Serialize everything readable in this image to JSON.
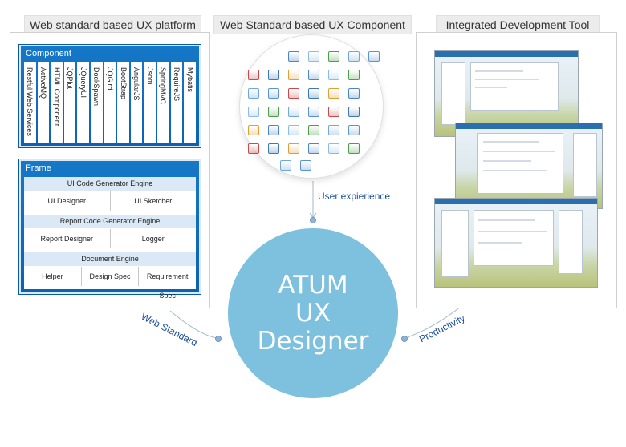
{
  "panels": {
    "left_title": "Web standard based UX platform",
    "middle_title": "Web Standard based UX Component",
    "right_title": "Integrated Development Tool"
  },
  "component": {
    "header": "Component",
    "items": [
      "Restful Web Services",
      "ActiveMQ",
      "HTML Component",
      "JQPlot",
      "JQueryUI",
      "DockSpawn",
      "JQGird",
      "BootStrap",
      "AngularJS",
      "Jsom",
      "SpringMVC",
      "RequireJS",
      "Mybatis"
    ]
  },
  "frame": {
    "header": "Frame",
    "engines": [
      {
        "title": "UI Code Generator Engine",
        "cells": [
          "UI Designer",
          "UI Sketcher"
        ]
      },
      {
        "title": "Report Code Generator Engine",
        "cells": [
          "Report Designer",
          "Logger"
        ]
      },
      {
        "title": "Document Engine",
        "cells": [
          "Helper",
          "Design Spec",
          "Requirement Spec"
        ]
      }
    ]
  },
  "center": {
    "lines": [
      "ATUM",
      "UX",
      "Designer"
    ],
    "color": "#7dc1df"
  },
  "connectors": {
    "user_experience": "User expierience",
    "web_standard": "Web Standard",
    "productivity": "Productivity"
  },
  "icons": [
    "window-icon",
    "grid-icon",
    "table-icon",
    "tree-icon",
    "panel-icon",
    "anchor-icon",
    "upload-icon",
    "chart-line-icon",
    "list-icon",
    "bar-chart-icon",
    "checkbox-icon",
    "gauge-icon",
    "layout-icon",
    "form-icon",
    "menu-icon",
    "edit-icon",
    "radio-icon",
    "tab-icon",
    "button-icon",
    "slider-icon",
    "dialog-icon",
    "toolbar-icon",
    "image-icon",
    "calendar-icon",
    "pager-icon",
    "label-icon",
    "combo-icon",
    "grid-icon",
    "pie-icon",
    "split-icon",
    "textarea-icon",
    "spinner-icon",
    "link-icon",
    "calendar-icon",
    "accordion-icon",
    "tooltip-icon",
    "progress-icon"
  ]
}
